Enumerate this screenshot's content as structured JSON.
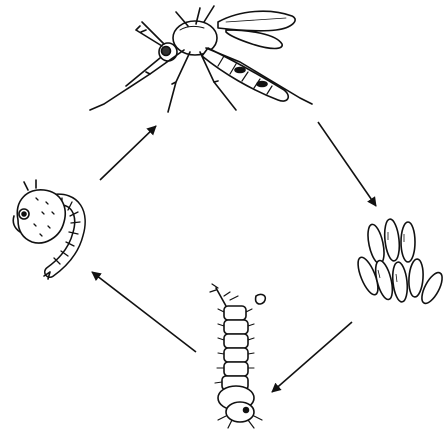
{
  "diagram": {
    "stages": [
      {
        "id": "adult",
        "icon": "mosquito-adult-icon"
      },
      {
        "id": "eggs",
        "icon": "mosquito-eggs-icon"
      },
      {
        "id": "larva",
        "icon": "mosquito-larva-icon"
      },
      {
        "id": "pupa",
        "icon": "mosquito-pupa-icon"
      }
    ],
    "arrows": [
      {
        "from": "adult",
        "to": "eggs"
      },
      {
        "from": "eggs",
        "to": "larva"
      },
      {
        "from": "larva",
        "to": "pupa"
      },
      {
        "from": "pupa",
        "to": "adult"
      }
    ],
    "colors": {
      "ink": "#111111",
      "background": "#ffffff"
    }
  }
}
